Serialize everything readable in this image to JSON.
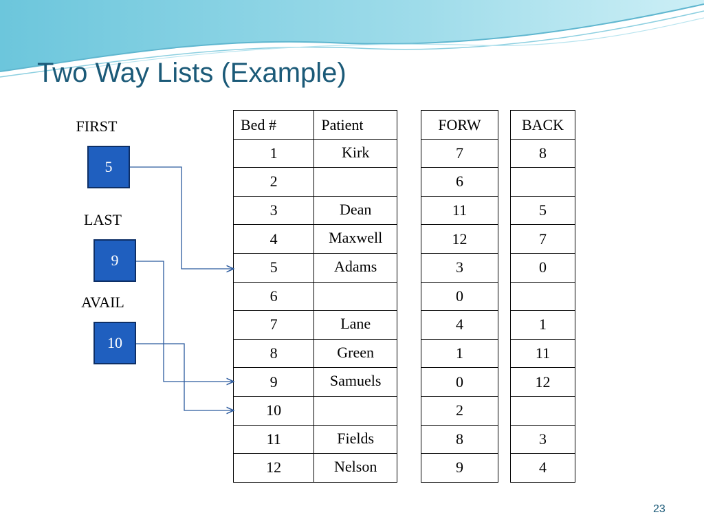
{
  "slide": {
    "title": "Two Way Lists (Example)",
    "page_number": "23"
  },
  "pointers": {
    "first": {
      "label": "FIRST",
      "value": "5"
    },
    "last": {
      "label": "LAST",
      "value": "9"
    },
    "avail": {
      "label": "AVAIL",
      "value": "10"
    }
  },
  "patient_table": {
    "headers": [
      "Bed #",
      "Patient"
    ],
    "rows": [
      [
        "1",
        "Kirk"
      ],
      [
        "2",
        ""
      ],
      [
        "3",
        "Dean"
      ],
      [
        "4",
        "Maxwell"
      ],
      [
        "5",
        "Adams"
      ],
      [
        "6",
        ""
      ],
      [
        "7",
        "Lane"
      ],
      [
        "8",
        "Green"
      ],
      [
        "9",
        "Samuels"
      ],
      [
        "10",
        ""
      ],
      [
        "11",
        "Fields"
      ],
      [
        "12",
        "Nelson"
      ]
    ]
  },
  "forw_table": {
    "header": "FORW",
    "values": [
      "7",
      "6",
      "11",
      "12",
      "3",
      "0",
      "4",
      "1",
      "0",
      "2",
      "8",
      "9"
    ]
  },
  "back_table": {
    "header": "BACK",
    "values": [
      "8",
      "",
      "5",
      "7",
      "0",
      "",
      "1",
      "11",
      "12",
      "",
      "3",
      "4"
    ]
  },
  "colors": {
    "title": "#1b5a78",
    "pointer_box": "#1f5fbf",
    "arrow": "#2b5a9e"
  }
}
